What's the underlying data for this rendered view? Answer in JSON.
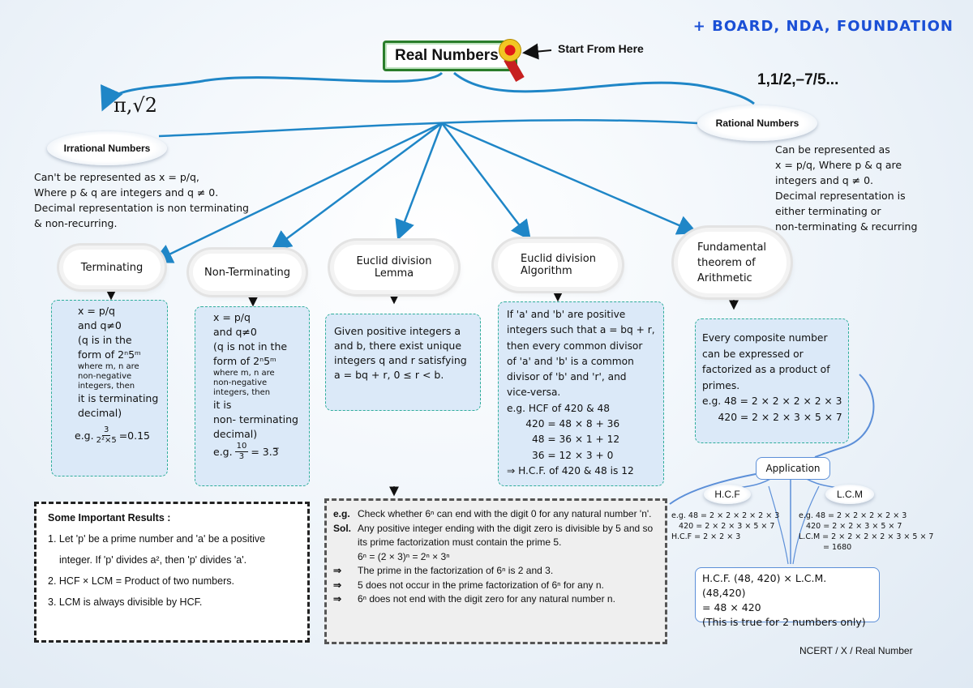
{
  "top_tag": "+ BOARD, NDA, FOUNDATION",
  "root": {
    "label": "Real Numbers",
    "pointer": "Start From Here"
  },
  "rational": {
    "examples": "1,1/2,–7/5...",
    "label": "Rational Numbers",
    "lines": [
      "Can  be represented as",
      "x = p/q, Where p & q are",
      "integers and q ≠ 0.",
      "Decimal representation is",
      "either terminating or",
      "non-terminating & recurring"
    ]
  },
  "irrational": {
    "examples": "π,√2",
    "label": "Irrational Numbers",
    "lines": [
      "Can't be represented as x = p/q,",
      "Where p & q are integers and q ≠ 0.",
      "Decimal representation is non terminating",
      "& non-recurring."
    ]
  },
  "nodes": {
    "terminating": {
      "label": "Terminating",
      "lines": [
        "x = p/q",
        "and q≠0",
        "(q is in the",
        "form of 2ⁿ5ᵐ",
        "where m, n are",
        "non-negative",
        "integers, then",
        "it is terminating",
        "decimal)"
      ],
      "eg_prefix": "e.g.",
      "eg_num": "3",
      "eg_den": "2²×5",
      "eg_result": "=0.15"
    },
    "non_terminating": {
      "label": "Non-Terminating",
      "lines": [
        "x = p/q",
        "and q≠0",
        "(q is not in the",
        "form of 2ⁿ5ᵐ",
        "where m, n are",
        "non-negative",
        "integers, then",
        "it is",
        "non- terminating",
        "decimal)"
      ],
      "eg_prefix": "e.g.",
      "eg_num": "10",
      "eg_den": "3",
      "eg_result": "= 3.3̅"
    },
    "lemma": {
      "label_1": "Euclid division",
      "label_2": "Lemma",
      "lines": [
        "Given positive integers a",
        "and b, there exist unique",
        "integers q and r satisfying",
        "a = bq + r, 0 ≤ r < b."
      ]
    },
    "algorithm": {
      "label_1": "Euclid division",
      "label_2": "Algorithm",
      "lines": [
        "If 'a' and 'b' are positive",
        "integers such that a = bq + r,",
        "then every common divisor",
        "of 'a' and 'b' is a common",
        "divisor of 'b' and 'r', and",
        "vice-versa.",
        "e.g. HCF of 420 & 48",
        "      420 = 48 × 8 + 36",
        "        48 = 36 × 1 + 12",
        "        36 = 12 × 3 + 0",
        "⇒ H.C.F. of 420 & 48 is 12"
      ]
    },
    "fundamental": {
      "label_1": "Fundamental",
      "label_2": "theorem of",
      "label_3": "Arithmetic",
      "lines": [
        "Every composite number",
        "can be expressed or",
        "factorized as a product of",
        "primes.",
        "e.g. 48 = 2 × 2 × 2 × 2 × 3",
        "     420 = 2 × 2 × 3 × 5 × 7"
      ]
    }
  },
  "application": {
    "label": "Application",
    "hcf": {
      "label": "H.C.F",
      "lines": [
        "e.g. 48 = 2 × 2 × 2 × 2 × 3",
        "   420 = 2 × 2 × 3 × 5 × 7",
        "H.C.F = 2 × 2 × 3"
      ]
    },
    "lcm": {
      "label": "L.C.M",
      "lines": [
        "e.g. 48 = 2 × 2 × 2 × 2 × 3",
        "   420 = 2 × 2 × 3 × 5 × 7",
        "L.C.M = 2 × 2 × 2 × 2 × 3 × 5 × 7",
        "= 1680"
      ]
    },
    "result_lines": [
      "H.C.F. (48, 420) × L.C.M. (48,420)",
      "= 48 × 420",
      "(This is true for 2 numbers only)"
    ]
  },
  "important": {
    "title": "Some Important Results :",
    "items": [
      "1. Let 'p' be a prime number and 'a' be a positive",
      "integer. If 'p' divides a², then 'p' divides 'a'.",
      "2. HCF × LCM = Product of two numbers.",
      "3. LCM is always divisible by HCF."
    ]
  },
  "solution": {
    "rows": [
      {
        "key": "e.g.",
        "text": "Check whether 6ⁿ can end with the digit 0 for any natural number 'n'."
      },
      {
        "key": "Sol.",
        "text": "Any positive integer ending with the digit zero is divisible by 5 and so its prime factorization must contain the prime 5."
      },
      {
        "key": "",
        "text": "6ⁿ = (2 × 3)ⁿ = 2ⁿ × 3ⁿ"
      },
      {
        "key": "⇒",
        "text": "The prime in the factorization of 6ⁿ is 2 and 3."
      },
      {
        "key": "⇒",
        "text": "5 does not occur in the prime factorization of 6ⁿ for any n."
      },
      {
        "key": "⇒",
        "text": "6ⁿ does not end with the digit zero for any natural   number n."
      }
    ]
  },
  "footer": "NCERT / X / Real Number"
}
